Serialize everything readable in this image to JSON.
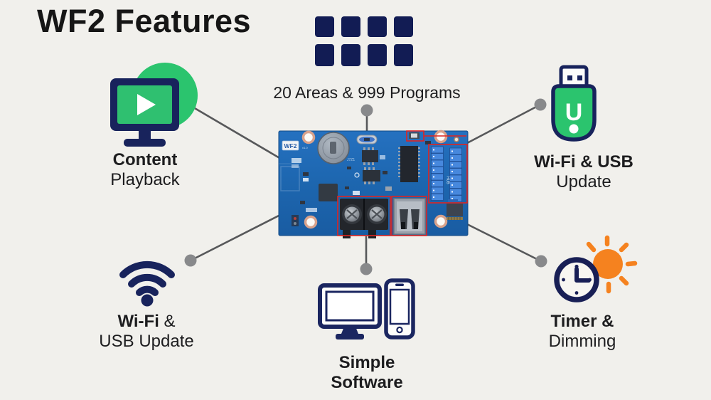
{
  "title": "WF2 Features",
  "features": {
    "content_playback": {
      "icon": "monitor-play-icon",
      "line1": "Content",
      "line2": "Playback"
    },
    "areas_programs": {
      "icon": "grid-icon",
      "label": "20 Areas & 999 Programs"
    },
    "wifi_usb_top": {
      "icon": "usb-drive-icon",
      "line1": "Wi-Fi & USB",
      "line2": "Update"
    },
    "wifi_usb_bottom": {
      "icon": "wifi-icon",
      "line1_bold": "Wi-Fi",
      "line1_rest": " &",
      "line2": "USB Update"
    },
    "simple_software": {
      "icon": "computer-phone-icon",
      "line1": "Simple",
      "line2": "Software"
    },
    "timer_dimming": {
      "icon": "clock-sun-icon",
      "line1": "Timer &",
      "line2": "Dimming"
    }
  },
  "board": {
    "silkscreen_label": "WF2"
  },
  "usb_drive_letter": "U",
  "colors": {
    "green": "#2bc46e",
    "navy": "#18235c",
    "tile_navy": "#121c54",
    "orange": "#f5821f",
    "pcb_blue": "#1d66af",
    "header_blue": "#4788dd",
    "highlight_red": "#e02420",
    "connector_line_gray": "#57585a",
    "connector_dot_gray": "#88898b",
    "text": "#1d1d1f",
    "background": "#f1f0ec"
  }
}
